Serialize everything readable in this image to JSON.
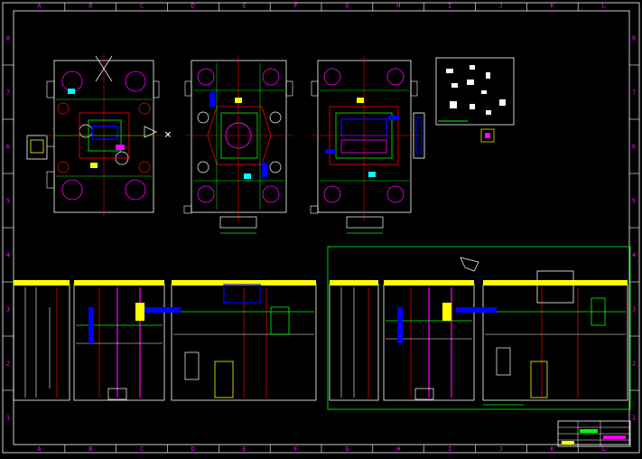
{
  "colors": {
    "background": "#000000",
    "frame": "#ffffff",
    "green": "#00ff00",
    "magenta": "#ff00ff",
    "red": "#ff0000",
    "yellow": "#ffff00",
    "blue": "#0000ff",
    "cyan": "#00ffff"
  },
  "border": {
    "columns": [
      "A",
      "B",
      "C",
      "D",
      "E",
      "F",
      "G",
      "H",
      "I",
      "J",
      "K",
      "L"
    ],
    "rows": [
      "8",
      "7",
      "6",
      "5",
      "4",
      "3",
      "2",
      "1"
    ]
  },
  "views": [
    {
      "name": "top-plan-view-1"
    },
    {
      "name": "top-plan-view-2"
    },
    {
      "name": "top-plan-view-3"
    },
    {
      "name": "parts-detail-box"
    },
    {
      "name": "section-view-left"
    },
    {
      "name": "section-view-right"
    }
  ],
  "title_block": {
    "label": "title-block"
  }
}
